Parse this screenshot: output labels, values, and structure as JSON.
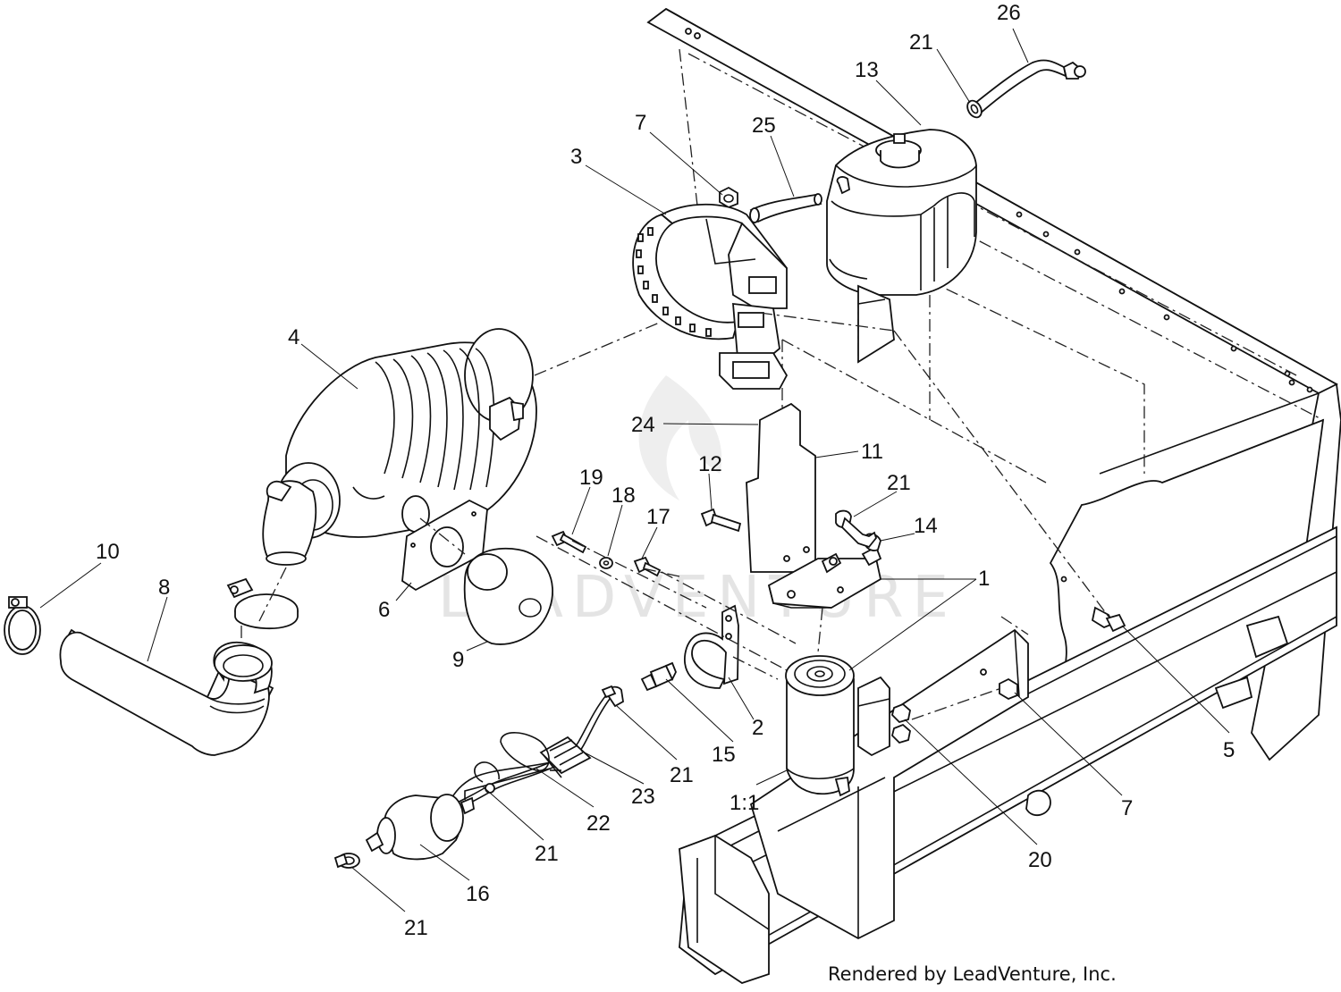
{
  "callouts": [
    {
      "id": "c26",
      "text": "26"
    },
    {
      "id": "c21a",
      "text": "21"
    },
    {
      "id": "c13",
      "text": "13"
    },
    {
      "id": "c7a",
      "text": "7"
    },
    {
      "id": "c25",
      "text": "25"
    },
    {
      "id": "c3",
      "text": "3"
    },
    {
      "id": "c4",
      "text": "4"
    },
    {
      "id": "c24",
      "text": "24"
    },
    {
      "id": "c11",
      "text": "11"
    },
    {
      "id": "c12",
      "text": "12"
    },
    {
      "id": "c19",
      "text": "19"
    },
    {
      "id": "c18",
      "text": "18"
    },
    {
      "id": "c17",
      "text": "17"
    },
    {
      "id": "c21b",
      "text": "21"
    },
    {
      "id": "c14",
      "text": "14"
    },
    {
      "id": "c1",
      "text": "1"
    },
    {
      "id": "c10",
      "text": "10"
    },
    {
      "id": "c8",
      "text": "8"
    },
    {
      "id": "c6",
      "text": "6"
    },
    {
      "id": "c9",
      "text": "9"
    },
    {
      "id": "c2",
      "text": "2"
    },
    {
      "id": "c15",
      "text": "15"
    },
    {
      "id": "c21c",
      "text": "21"
    },
    {
      "id": "c23",
      "text": "23"
    },
    {
      "id": "c22",
      "text": "22"
    },
    {
      "id": "c21d",
      "text": "21"
    },
    {
      "id": "c16",
      "text": "16"
    },
    {
      "id": "c21e",
      "text": "21"
    },
    {
      "id": "c1_1",
      "text": "1:1"
    },
    {
      "id": "c20",
      "text": "20"
    },
    {
      "id": "c7b",
      "text": "7"
    },
    {
      "id": "c5",
      "text": "5"
    }
  ],
  "credit": "Rendered by LeadVenture, Inc.",
  "watermark": "LEADVENTURE",
  "colors": {
    "ink": "#111111",
    "background": "#ffffff",
    "watermark": "#e4e4e4"
  }
}
